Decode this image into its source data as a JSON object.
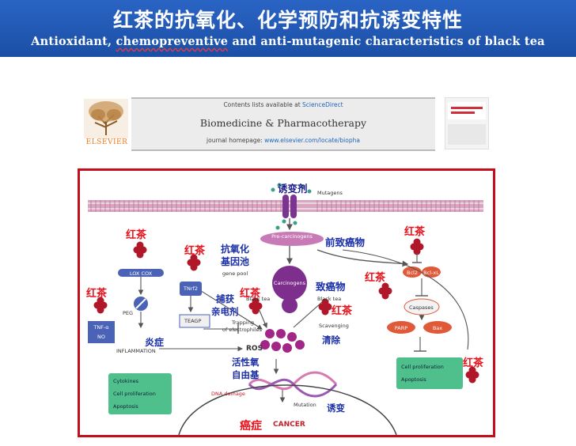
{
  "header": {
    "title_cn": "红茶的抗氧化、化学预防和抗诱变特性",
    "subtitle_part1": "Antioxidant, ",
    "subtitle_wavy": "chemopreventive",
    "subtitle_part2": " and anti-mutagenic characteristics of black tea"
  },
  "banner": {
    "line1_prefix": "Contents lists available at ",
    "line1_link": "ScienceDirect",
    "journal": "Biomedicine & Pharmacotherapy",
    "line3_prefix": "journal homepage: ",
    "line3_url": "www.elsevier.com/locate/biopha",
    "publisher": "ELSEVIER"
  },
  "labels": {
    "mutagen_cn": "诱变剂",
    "mutagens_en": "Mutagens",
    "red_tea": "红茶",
    "precarcinogens_en": "Pre-carcinogens",
    "precarcinogens_cn": "前致癌物",
    "antioxidant_cn_1": "抗氧化",
    "antioxidant_cn_2": "基因池",
    "gene_pool_en": "gene pool",
    "carcinogens_en": "Carcinogens",
    "carcinogens_cn": "致癌物",
    "black_tea_en": "Black tea",
    "trap_cn_1": "捕获",
    "trap_cn_2": "亲电剂",
    "trapping_en_1": "Trapping",
    "trapping_en_2": "of electrophiles",
    "scavenging_en": "Scavenging",
    "scavenging_cn": "清除",
    "inflammation_cn": "炎症",
    "inflammation_en": "INFLAMMATION",
    "ros_en": "ROS",
    "ros_cn_1": "活性氧",
    "ros_cn_2": "自由基",
    "dna_damage_en": "DNA damage",
    "mutation_en": "Mutation",
    "mutation_cn": "诱变",
    "cancer_cn": "癌症",
    "cancer_en": "CANCER",
    "lox_cox": "LOX  COX",
    "pge2": "PEG",
    "tnfa": "TNF-α",
    "no": "NO",
    "tnrf2": "TNrf2",
    "teagp": "TEAGP",
    "cytokines": "Cytokines",
    "cell_prolif": "Cell proliferation",
    "apoptosis": "Apoptosis",
    "bcl2": "Bcl2",
    "bcl_xl": "Bcl-xL",
    "caspases": "Caspases",
    "parp": "PARP",
    "bax": "Bax"
  },
  "colors": {
    "header_blue": "#1f56b2",
    "frame_red": "#c40e1b",
    "red_label": "#e8101a",
    "blue_label": "#1a2fa8",
    "tea_berry": "#b0182a",
    "membrane_pink": "#d9a6c2",
    "purple_node": "#8a3a96",
    "green_box": "#4fbf8c"
  }
}
